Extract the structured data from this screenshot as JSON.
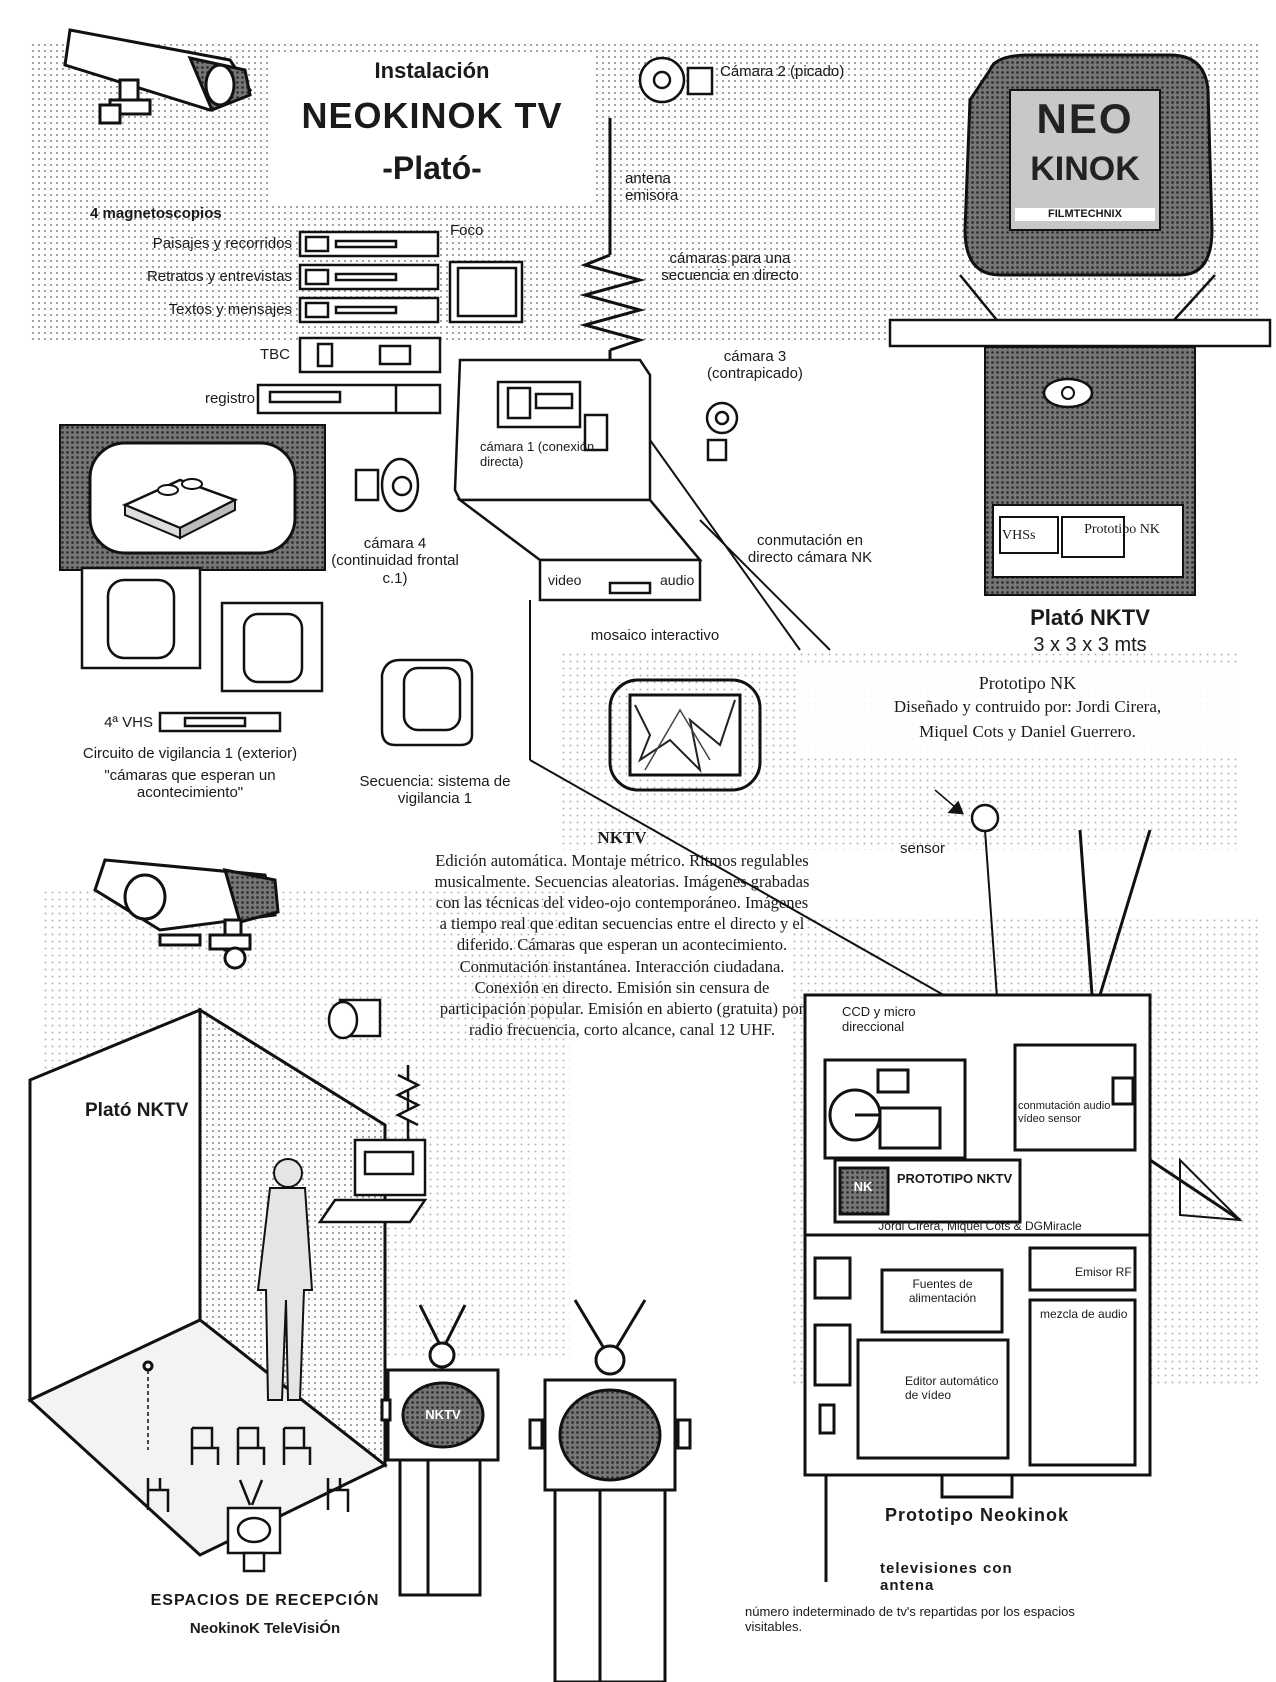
{
  "header": {
    "line1": "Instalación",
    "line2": "NEOKINOK TV",
    "line3": "-Plató-"
  },
  "cameras": {
    "cam2": "Cámara 2 (picado)",
    "cam3": "cámara 3 (contrapicado)",
    "cam1": "cámara 1 (conexión directa)",
    "cam4": "cámara 4 (continuidad frontal c.1)",
    "sequence": "cámaras para una secuencia en directo",
    "antenna": "antena emisora"
  },
  "recorders": {
    "heading": "4 magnetoscopios",
    "items": [
      "Paisajes y recorridos",
      "Retratos y entrevistas",
      "Textos y mensajes"
    ],
    "tbc": "TBC",
    "registro": "registro",
    "foco": "Foco",
    "vhs4": "4ª VHS"
  },
  "mixer": {
    "switch": "conmutación en directo cámara NK",
    "interactive": "mosaico interactivo",
    "video": "video",
    "audio": "audio"
  },
  "surveillance": {
    "circuit": "Circuito de vigilancia 1 (exterior)",
    "quote": "\"cámaras que esperan un acontecimiento\"",
    "sequence": "Secuencia: sistema de vigilancia 1"
  },
  "set": {
    "logo_top": "NEO",
    "logo_bottom": "KINOK",
    "logo_caption": "FILMTECHNIX",
    "vhs": "VHSs",
    "proto": "Prototipo NK",
    "title": "Plató NKTV",
    "size": "3 x 3 x 3 mts"
  },
  "prototype_note": {
    "title": "Prototipo NK",
    "line1": "Diseñado y contruido por: Jordi Cirera,",
    "line2": "Miquel Cots y Daniel Guerrero."
  },
  "sensor": "sensor",
  "nktv": {
    "title": "NKTV",
    "body": "Edición automática. Montaje métrico. Ritmos regulables musicalmente. Secuencias aleatorias. Imágenes grabadas con las técnicas del video-ojo contemporáneo. Imágenes a tiempo real que editan secuencias entre el directo y el diferido. Cámaras que esperan un acontecimiento. Conmutación instantánea. Interacción ciudadana. Conexión en directo. Emisión sin censura de participación popular. Emisión en abierto (gratuita) por radio frecuencia, corto alcance, canal 12 UHF."
  },
  "platoBox": "Plató NKTV",
  "reception": {
    "line1": "ESPACIOS DE RECEPCIÓN",
    "line2": "NeokinoK TeleVisiÓn",
    "tv_screen": "NKTV"
  },
  "device": {
    "ccd": "CCD y micro direccional",
    "switching": "conmutación audio vídeo sensor",
    "badge_left": "NK",
    "badge": "PROTOTIPO NKTV",
    "credits": "Jordi Cirera, Miquel Cots & DGMiracle",
    "emisor": "Emisor RF",
    "fuentes": "Fuentes de alimentación",
    "editor": "Editor automático de vídeo",
    "mezcla": "mezcla de audio",
    "name": "Prototipo Neokinok"
  },
  "tvs": {
    "title": "televisiones con antena",
    "desc": "número indeterminado de tv's repartidas por los espacios visitables."
  }
}
